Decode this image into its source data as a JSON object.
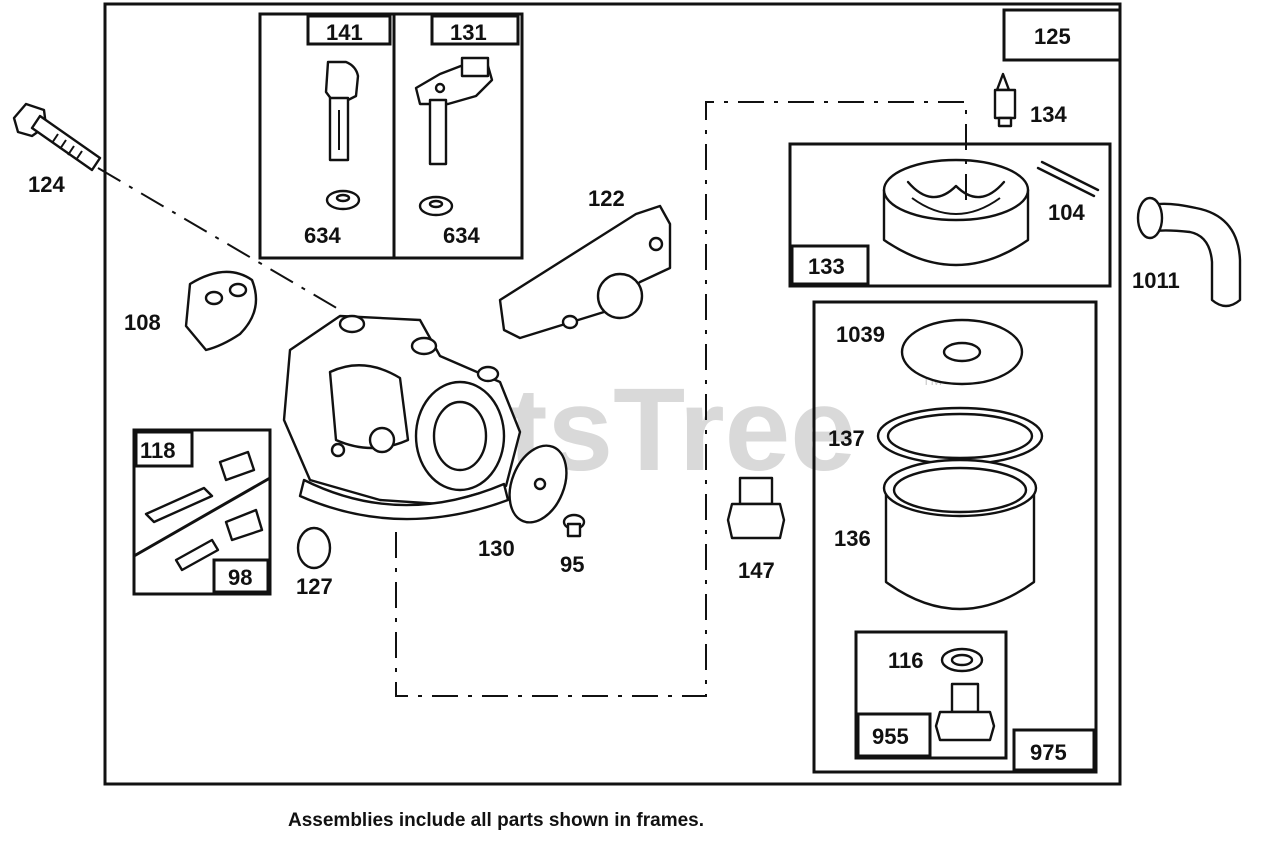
{
  "watermark": {
    "text": "PartsTree",
    "trademark": "TM"
  },
  "caption": "Assemblies include all parts shown in frames.",
  "frames": {
    "f141": "141",
    "f131": "131",
    "f125": "125",
    "f133": "133",
    "f118": "118",
    "f98": "98",
    "f975": "975",
    "f955": "955"
  },
  "parts": {
    "p124": "124",
    "p634a": "634",
    "p634b": "634",
    "p122": "122",
    "p134": "134",
    "p104": "104",
    "p1011": "1011",
    "p108": "108",
    "p1039": "1039",
    "p137": "137",
    "p136": "136",
    "p130": "130",
    "p95": "95",
    "p147": "147",
    "p127": "127",
    "p116": "116"
  }
}
